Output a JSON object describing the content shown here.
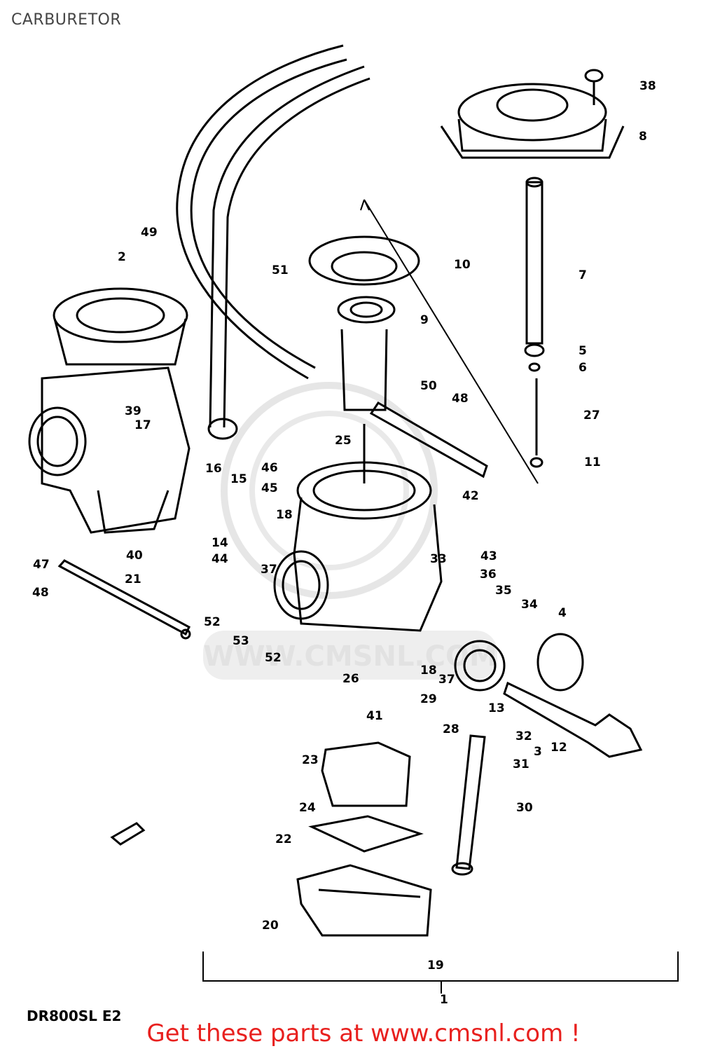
{
  "title": "CARBURETOR",
  "model_code": "DR800SL  E2",
  "call_to_action": "Get these parts at www.cmsnl.com !",
  "watermark_text": "WWW.CMSNL.COM",
  "callouts": [
    "1",
    "2",
    "3",
    "4",
    "5",
    "6",
    "7",
    "8",
    "9",
    "10",
    "11",
    "12",
    "13",
    "14",
    "15",
    "16",
    "17",
    "18",
    "18",
    "19",
    "20",
    "21",
    "22",
    "23",
    "24",
    "25",
    "26",
    "27",
    "28",
    "29",
    "30",
    "31",
    "32",
    "33",
    "34",
    "35",
    "36",
    "37",
    "37",
    "38",
    "39",
    "40",
    "41",
    "42",
    "43",
    "44",
    "45",
    "46",
    "47",
    "48",
    "48",
    "49",
    "50",
    "51",
    "52",
    "52",
    "53"
  ]
}
